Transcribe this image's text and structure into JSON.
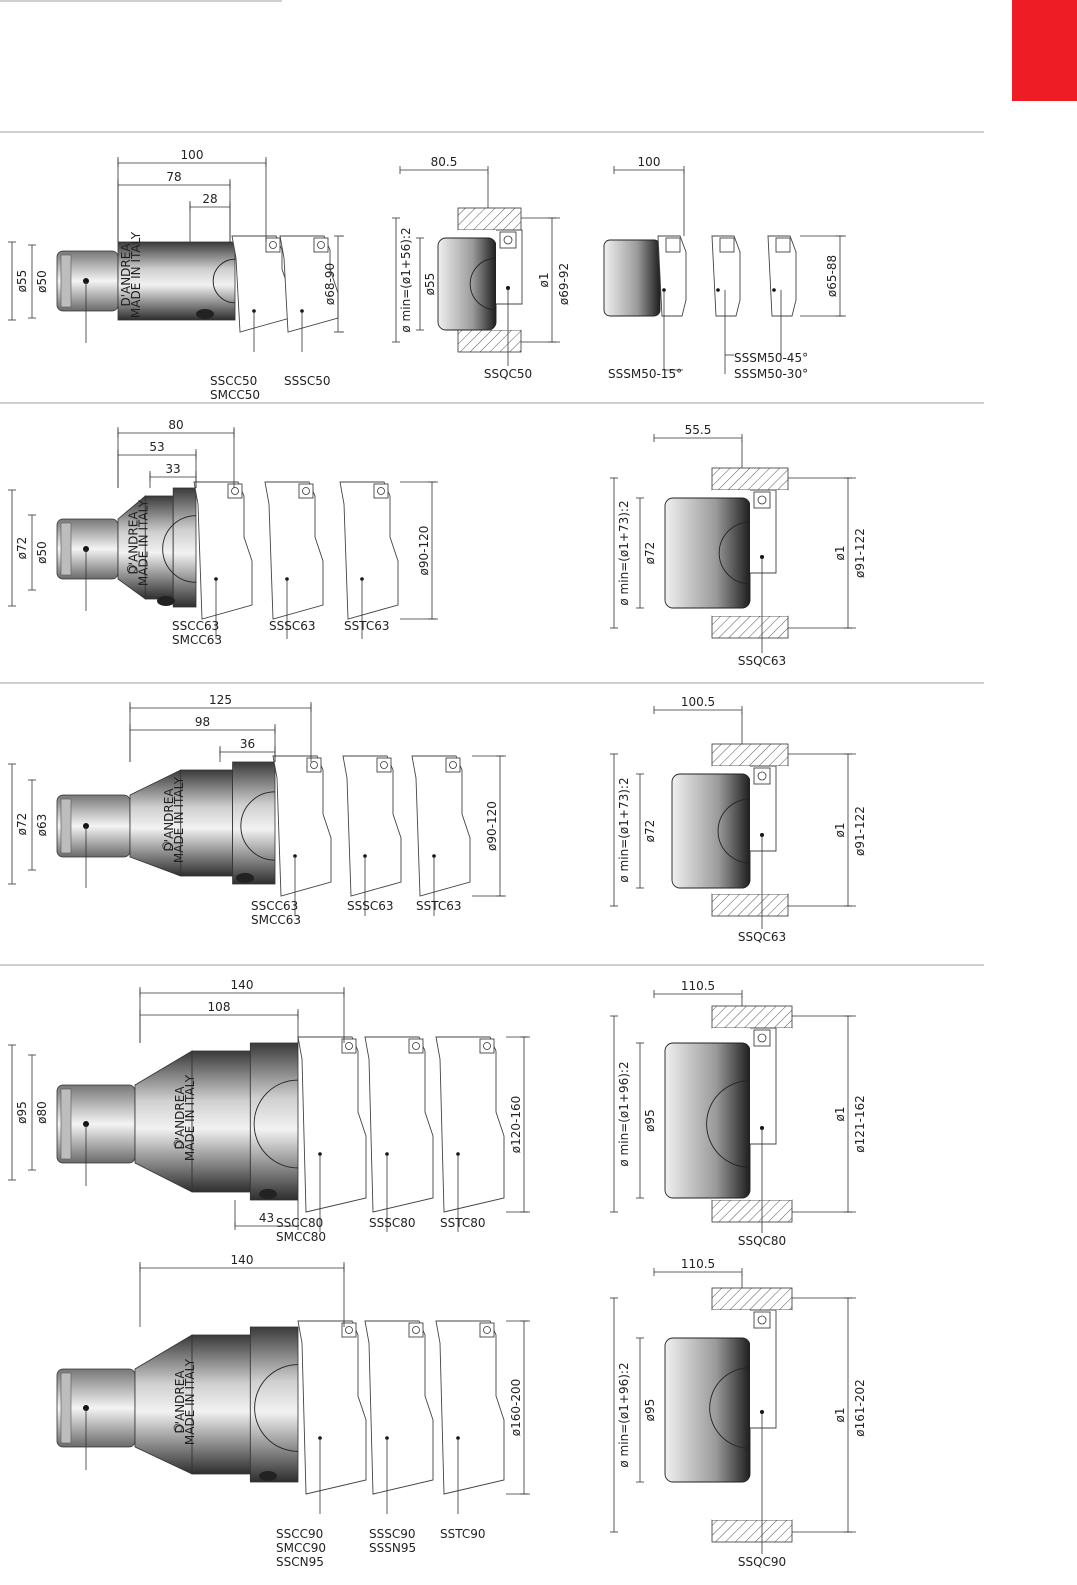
{
  "page": {
    "accent": "#ee1c25"
  },
  "rows": [
    {
      "holder": {
        "d_outer": "ø55",
        "d_inner": "ø50",
        "cone": false,
        "brand": "D'ANDREA",
        "made_in": "MADE IN ITALY"
      },
      "dims": [
        "100",
        "78",
        "28"
      ],
      "heads": [
        "SSCC50\nSMCC50",
        "SSSC50"
      ],
      "range": "ø68-90",
      "mid": {
        "top": "80.5",
        "dmin": "ø min=(ø1+56):2",
        "d2": "ø55",
        "d1": "ø1",
        "range": "ø69-92",
        "code": "SSQC50"
      },
      "third": {
        "top": "100",
        "range": "ø65-88",
        "codes": [
          "SSSM50-15°",
          "SSSM50-45°",
          "SSSM50-30°"
        ]
      }
    },
    {
      "holder": {
        "d_outer": "ø72",
        "d_inner": "ø50",
        "cone": true,
        "brand": "D'ANDREA",
        "made_in": "MADE IN ITALY"
      },
      "dims": [
        "80",
        "53",
        "33"
      ],
      "heads": [
        "SSCC63\nSMCC63",
        "SSSC63",
        "SSTC63"
      ],
      "range": "ø90-120",
      "right": {
        "top": "55.5",
        "dmin": "ø min=(ø1+73):2",
        "d2": "ø72",
        "d1": "ø1",
        "range": "ø91-122",
        "code": "SSQC63"
      }
    },
    {
      "holder": {
        "d_outer": "ø72",
        "d_inner": "ø63",
        "cone": true,
        "brand": "D'ANDREA",
        "made_in": "MADE IN ITALY"
      },
      "dims": [
        "125",
        "98",
        "36"
      ],
      "heads": [
        "SSCC63\nSMCC63",
        "SSSC63",
        "SSTC63"
      ],
      "range": "ø90-120",
      "right": {
        "top": "100.5",
        "dmin": "ø min=(ø1+73):2",
        "d2": "ø72",
        "d1": "ø1",
        "range": "ø91-122",
        "code": "SSQC63"
      }
    },
    {
      "holder": {
        "d_outer": "ø95",
        "d_inner": "ø80",
        "cone": true,
        "brand": "D'ANDREA",
        "made_in": "MADE IN ITALY"
      },
      "dims": [
        "140",
        "108"
      ],
      "bottom_dim": "43",
      "heads": [
        "SSCC80\nSMCC80",
        "SSSC80",
        "SSTC80"
      ],
      "range": "ø120-160",
      "right": {
        "top": "110.5",
        "dmin": "ø min=(ø1+96):2",
        "d2": "ø95",
        "d1": "ø1",
        "range": "ø121-162",
        "code": "SSQC80"
      }
    },
    {
      "holder": {
        "d_outer": "",
        "d_inner": "",
        "cone": true,
        "brand": "D'ANDREA",
        "made_in": "MADE IN ITALY"
      },
      "dims": [
        "140"
      ],
      "heads": [
        "SSCC90\nSMCC90\nSSCN95",
        "SSSC90\nSSSN95",
        "SSTC90"
      ],
      "range": "ø160-200",
      "right": {
        "top": "110.5",
        "dmin": "ø min=(ø1+96):2",
        "d2": "ø95",
        "d1": "ø1",
        "range": "ø161-202",
        "code": "SSQC90"
      }
    }
  ]
}
